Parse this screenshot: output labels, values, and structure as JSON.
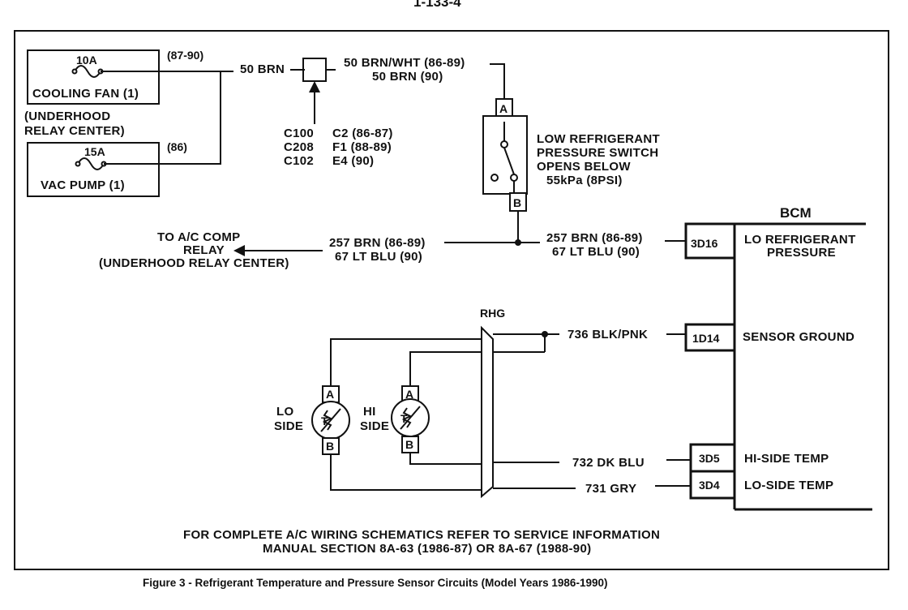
{
  "page_number": "1-133-4",
  "fuses": {
    "cooling_fan": {
      "amps": "10A",
      "name": "COOLING FAN (1)",
      "years": "(87-90)"
    },
    "vac_pump": {
      "amps": "15A",
      "name": "VAC PUMP (1)",
      "years": "(86)"
    },
    "relay_center": [
      "(UNDERHOOD",
      "RELAY CENTER)"
    ]
  },
  "connector": {
    "wire_in": "50 BRN",
    "wire_out": [
      "50 BRN/WHT (86-89)",
      "50 BRN (90)"
    ],
    "ids_left": [
      "C100",
      "C208",
      "C102"
    ],
    "ids_right": [
      "C2 (86-87)",
      "F1 (88-89)",
      "E4 (90)"
    ]
  },
  "switch": {
    "pin_a": "A",
    "pin_b": "B",
    "desc": [
      "LOW REFRIGERANT",
      "PRESSURE SWITCH",
      "OPENS BELOW",
      "55kPa (8PSI)"
    ]
  },
  "relay_target": [
    "TO A/C COMP",
    "RELAY",
    "(UNDERHOOD RELAY CENTER)"
  ],
  "wires": {
    "w257_left": [
      "257 BRN (86-89)",
      "67 LT BLU (90)"
    ],
    "w257_right": [
      "257 BRN (86-89)",
      "67 LT BLU (90)"
    ],
    "w736": "736 BLK/PNK",
    "w732": "732 DK BLU",
    "w731": "731 GRY"
  },
  "rhg_label": "RHG",
  "sensors": {
    "lo": {
      "label": [
        "LO",
        "SIDE"
      ],
      "pin_a": "A",
      "pin_b": "B",
      "glyph": "T"
    },
    "hi": {
      "label": [
        "HI",
        "SIDE"
      ],
      "pin_a": "A",
      "pin_b": "B",
      "glyph": "T"
    }
  },
  "bcm": {
    "title": "BCM",
    "pins": [
      {
        "id": "3D16",
        "label": [
          "LO REFRIGERANT",
          "PRESSURE"
        ]
      },
      {
        "id": "1D14",
        "label": [
          "SENSOR GROUND"
        ]
      },
      {
        "id": "3D5",
        "label": [
          "HI-SIDE TEMP"
        ]
      },
      {
        "id": "3D4",
        "label": [
          "LO-SIDE TEMP"
        ]
      }
    ]
  },
  "note": [
    "FOR COMPLETE A/C WIRING SCHEMATICS REFER TO SERVICE INFORMATION",
    "MANUAL SECTION 8A-63 (1986-87) OR 8A-67 (1988-90)"
  ],
  "caption": "Figure  3  -  Refrigerant Temperature and Pressure Sensor Circuits (Model Years 1986-1990)"
}
